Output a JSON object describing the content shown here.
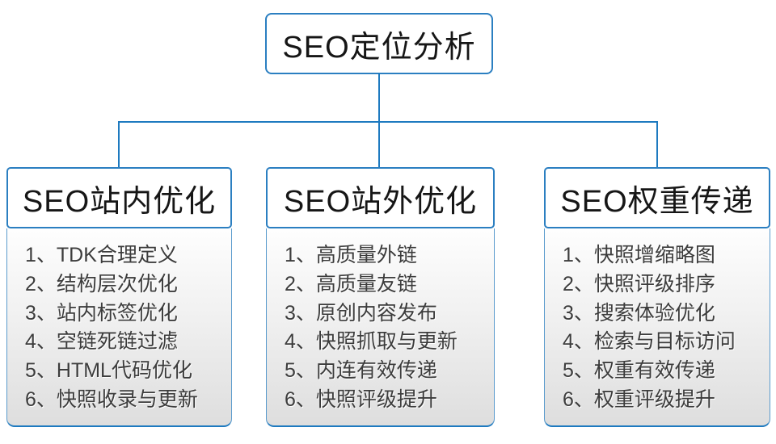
{
  "diagram": {
    "accent_color": "#1e7ac0",
    "root": {
      "title": "SEO定位分析"
    },
    "columns": [
      {
        "title": "SEO站内优化",
        "items": [
          "1、TDK合理定义",
          "2、结构层次优化",
          "3、站内标签优化",
          "4、空链死链过滤",
          "5、HTML代码优化",
          "6、快照收录与更新"
        ]
      },
      {
        "title": "SEO站外优化",
        "items": [
          "1、高质量外链",
          "2、高质量友链",
          "3、原创内容发布",
          "4、快照抓取与更新",
          "5、内连有效传递",
          "6、快照评级提升"
        ]
      },
      {
        "title": "SEO权重传递",
        "items": [
          "1、快照增缩略图",
          "2、快照评级排序",
          "3、搜索体验优化",
          "4、检索与目标访问",
          "5、权重有效传递",
          "6、权重评级提升"
        ]
      }
    ]
  }
}
